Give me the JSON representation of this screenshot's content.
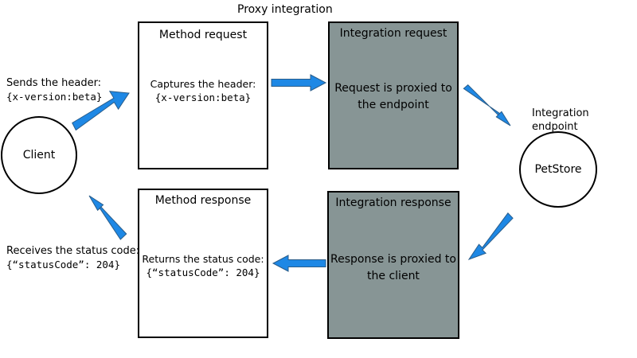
{
  "diagram": {
    "title": "Proxy integration",
    "colors": {
      "arrow_fill": "#1e88e5",
      "arrow_stroke": "#2a5d8a",
      "integration_box_fill": "#879595",
      "border": "#000000"
    },
    "client": {
      "label": "Client",
      "sends_label": "Sends the header:",
      "sends_value": "{x-version:beta}",
      "receives_label": "Receives the status code:",
      "receives_value": "{“statusCode”: 204}"
    },
    "method_request": {
      "title": "Method request",
      "body_label": "Captures the header:",
      "body_value": "{x-version:beta}"
    },
    "integration_request": {
      "title": "Integration request",
      "body_line1": "Request is proxied to",
      "body_line2": "the endpoint"
    },
    "integration_endpoint": {
      "label_line1": "Integration",
      "label_line2": "endpoint",
      "circle_label": "PetStore"
    },
    "integration_response": {
      "title": "Integration response",
      "body_line1": "Response is proxied to",
      "body_line2": "the client"
    },
    "method_response": {
      "title": "Method response",
      "body_label": "Returns the status code:",
      "body_value": "{“statusCode”: 204}"
    }
  }
}
